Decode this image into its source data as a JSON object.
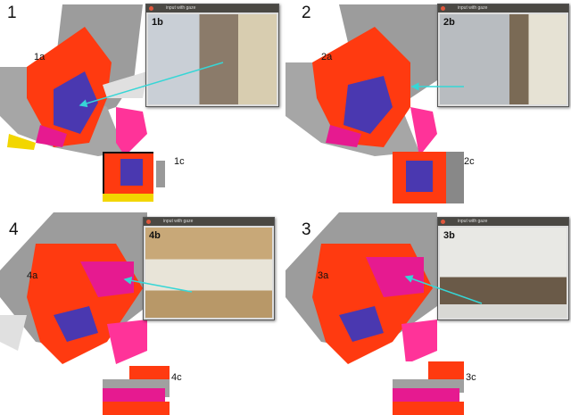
{
  "window_title": "input with gaze",
  "panels": [
    {
      "number": "1",
      "cloud_label": "1a",
      "view_label": "1b",
      "crop_label": "1c"
    },
    {
      "number": "2",
      "cloud_label": "2a",
      "view_label": "2b",
      "crop_label": "2c"
    },
    {
      "number": "4",
      "cloud_label": "4a",
      "view_label": "4b",
      "crop_label": "4c"
    },
    {
      "number": "3",
      "cloud_label": "3a",
      "view_label": "3b",
      "crop_label": "3c"
    }
  ],
  "colors": {
    "arrow": "#36d6d6",
    "gaze_high": "#ff3300",
    "gaze_mid": "#ee1188",
    "gaze_low": "#4433aa",
    "floor": "#f2d600",
    "cloud": "#a0a0a0"
  }
}
